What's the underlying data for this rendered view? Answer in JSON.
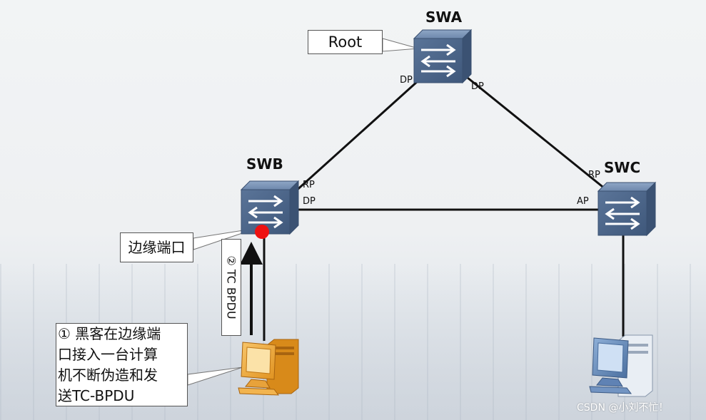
{
  "switches": {
    "swa": {
      "name": "SWA"
    },
    "swb": {
      "name": "SWB"
    },
    "swc": {
      "name": "SWC"
    }
  },
  "ports": {
    "swa_left": "DP",
    "swa_right": "DP",
    "swb_top": "RP",
    "swb_right": "DP",
    "swc_top": "RP",
    "swc_left": "AP"
  },
  "callouts": {
    "root": "Root",
    "edge_port": "边缘端口",
    "hacker_lines": [
      "① 黑客在边缘端",
      "口接入一台计算",
      "机不断伪造和发",
      "送TC-BPDU"
    ],
    "tc_bpdu": "② TC BPDU"
  },
  "watermark": "CSDN @小刘不忙！",
  "colors": {
    "switch_body": "#4a6488",
    "link": "#111111",
    "edge_dot": "#ee1111",
    "hacker_pc": "#f0a83a",
    "normal_pc": "#5f82b4"
  }
}
